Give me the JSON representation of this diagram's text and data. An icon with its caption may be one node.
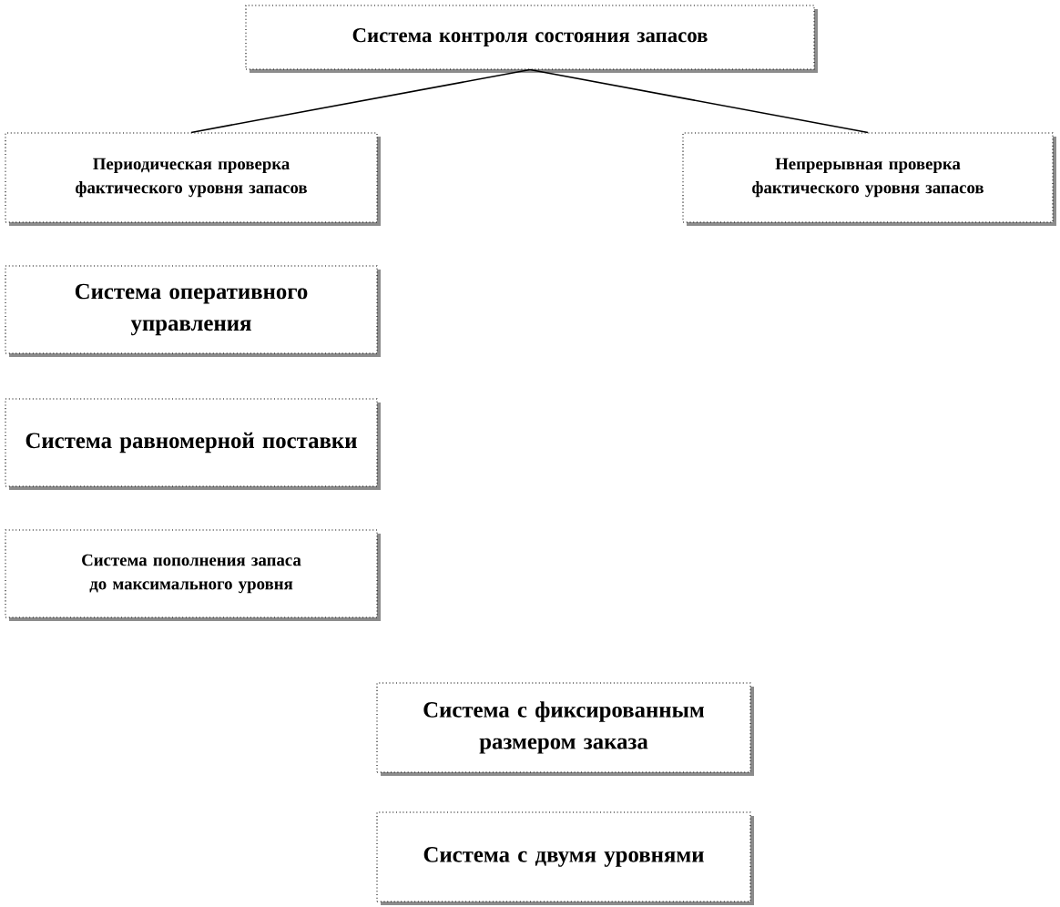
{
  "diagram": {
    "nodes": [
      {
        "text": [
          "Система контроля состояния запасов"
        ]
      },
      {
        "text": [
          "Периодическая проверка фактического уровня запасов"
        ]
      },
      {
        "text": [
          "Непрерывная проверка фактического уровня запасов"
        ]
      },
      {
        "text": [
          "Система оперативного управления"
        ]
      },
      {
        "text": [
          "Система равномерной поставки"
        ]
      },
      {
        "text": [
          "Система пополнения запаса до максимального уровня"
        ]
      },
      {
        "text": [
          "Система с фиксированным размером заказа"
        ]
      },
      {
        "text": [
          "Система с двумя уровнями"
        ]
      }
    ],
    "edges": [
      {
        "from": 0,
        "to": 1,
        "arrow": "none"
      },
      {
        "from": 0,
        "to": 2,
        "arrow": "none"
      }
    ]
  }
}
